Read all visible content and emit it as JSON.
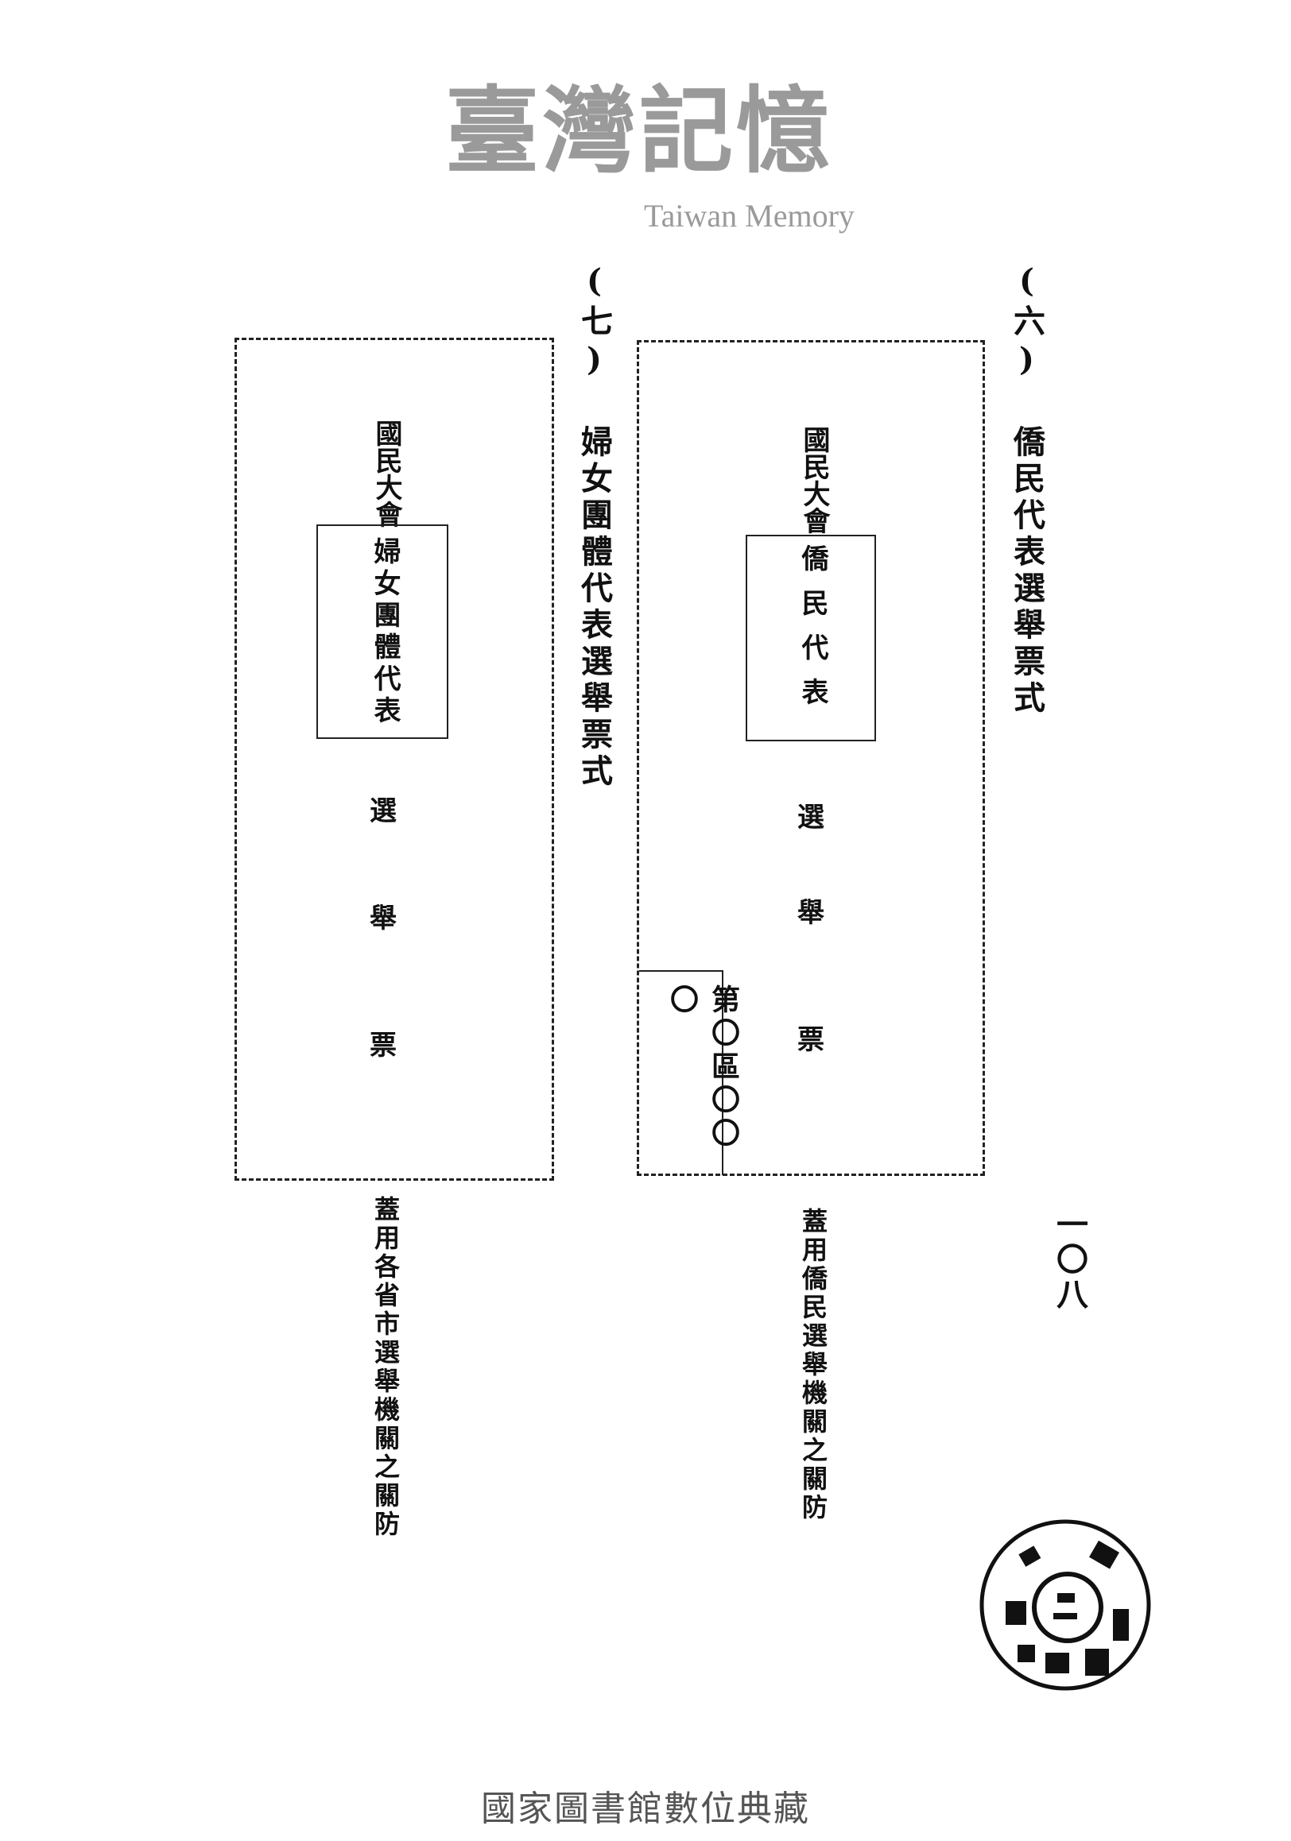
{
  "section_six": {
    "heading": "(六) 僑民代表選舉票式",
    "ballot": {
      "title": "國民大會",
      "category": "僑民代表",
      "chars": [
        "選",
        "舉",
        "票"
      ],
      "stub": "第〇區〇〇〇"
    },
    "note": "蓋用僑民選舉機關之關防"
  },
  "section_seven": {
    "heading": "(七) 婦女團體代表選舉票式",
    "ballot": {
      "title": "國民大會",
      "category": "婦女團體代表",
      "chars": [
        "選",
        "舉",
        "票"
      ]
    },
    "note": "蓋用各省市選舉機關之關防"
  },
  "page_number": "一〇八",
  "watermark": {
    "title": "臺灣記憶",
    "subtitle": "Taiwan Memory"
  },
  "seal": {
    "label": "library seal"
  },
  "footer": "國家圖書館數位典藏"
}
